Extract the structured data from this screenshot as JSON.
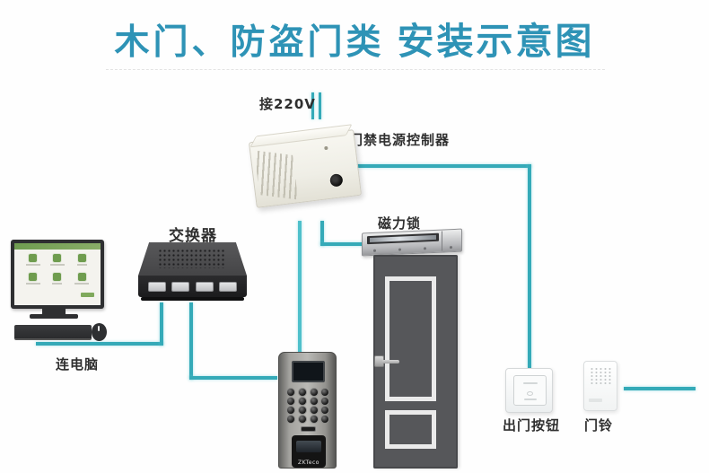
{
  "title": {
    "prefix": "木门、防盗门类",
    "emphasis": "安装示意图"
  },
  "colors": {
    "title_text": "#2e93b6",
    "wire": "#35aab8",
    "door": "#56575a",
    "label_text": "#2f2f2f"
  },
  "labels": {
    "power_input": "接220V",
    "controller": "门禁电源控制器",
    "switch": "交换器",
    "maglock": "磁力锁",
    "computer": "连电脑",
    "exit_button": "出门按钮",
    "doorbell": "门铃"
  },
  "devices": {
    "reader_brand": "ZKTeco"
  }
}
